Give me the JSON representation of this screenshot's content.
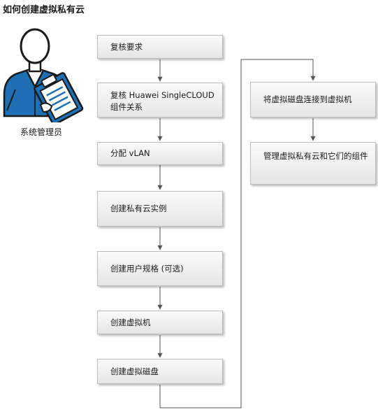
{
  "title": "如何创建虚拟私有云",
  "role": {
    "label": "系统管理员",
    "icon": "administrator-with-clipboard-icon",
    "colors": {
      "primary": "#1f6fb5",
      "outline": "#1a1a1a"
    }
  },
  "steps": [
    {
      "id": "review-requirements",
      "label": "复核要求"
    },
    {
      "id": "review-singlecloud",
      "label": "复核 Huawei SingleCLOUD 组件关系"
    },
    {
      "id": "assign-vlan",
      "label": "分配 vLAN"
    },
    {
      "id": "create-vpc-instance",
      "label": "创建私有云实例"
    },
    {
      "id": "create-user-spec",
      "label": "创建用户规格 (可选)"
    },
    {
      "id": "create-vm",
      "label": "创建虚拟机"
    },
    {
      "id": "create-virtual-disk",
      "label": "创建虚拟磁盘"
    },
    {
      "id": "attach-disk",
      "label": "将虚拟磁盘连接到虚拟机"
    },
    {
      "id": "manage-vpc",
      "label": "管理虚拟私有云和它们的组件"
    }
  ]
}
